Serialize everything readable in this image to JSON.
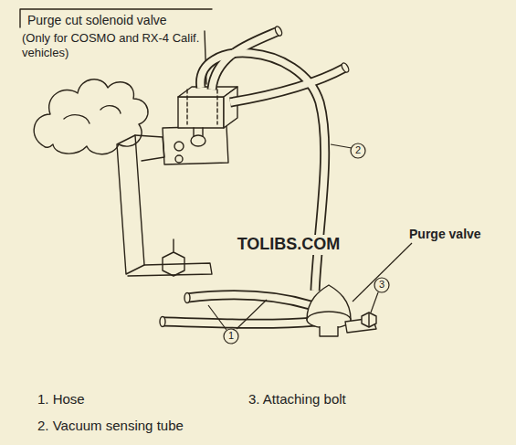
{
  "diagram": {
    "labels": [
      "Purge cut solenoid valve",
      "(Only for COSMO and RX-4 Calif. vehicles)",
      "TOLIBS.COM",
      "Purge valve",
      "2",
      "1",
      "3",
      "1. Hose",
      "3. Attaching bolt",
      "2. Vacuum sensing tube"
    ]
  }
}
